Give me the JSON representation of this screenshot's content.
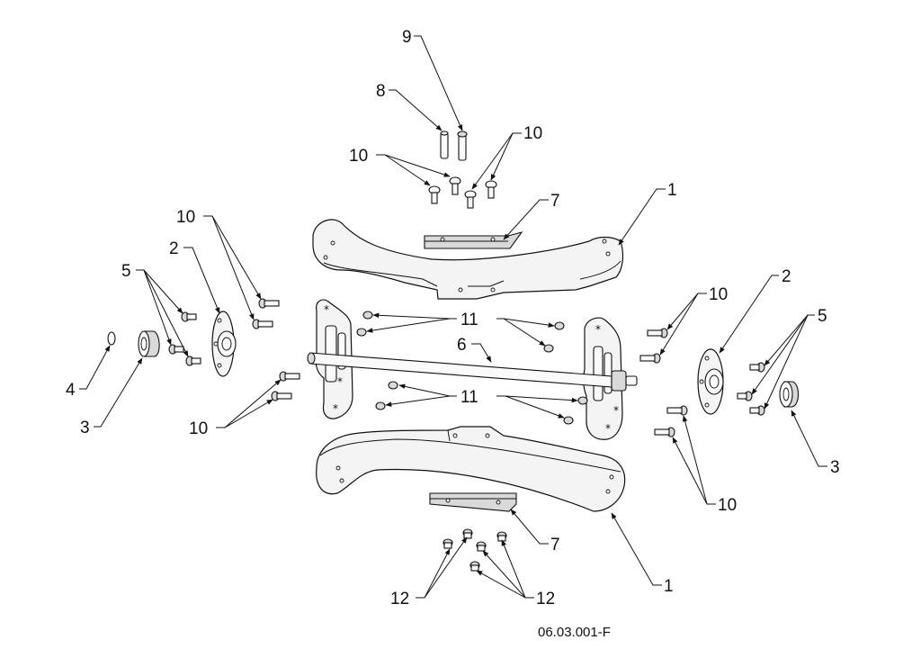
{
  "diagram": {
    "document_code": "06.03.001-F",
    "callouts": {
      "n1_top": "1",
      "n1_bottom": "1",
      "n2_left": "2",
      "n2_right": "2",
      "n3_left": "3",
      "n3_right": "3",
      "n4": "4",
      "n5_left": "5",
      "n5_right": "5",
      "n6": "6",
      "n7_top": "7",
      "n7_bottom": "7",
      "n8": "8",
      "n9": "9",
      "n10_top_left": "10",
      "n10_top_right": "10",
      "n10_left_upper": "10",
      "n10_left_lower": "10",
      "n10_right_upper": "10",
      "n10_right_lower": "10",
      "n11_upper": "11",
      "n11_lower": "11",
      "n12_left": "12",
      "n12_right": "12"
    }
  }
}
